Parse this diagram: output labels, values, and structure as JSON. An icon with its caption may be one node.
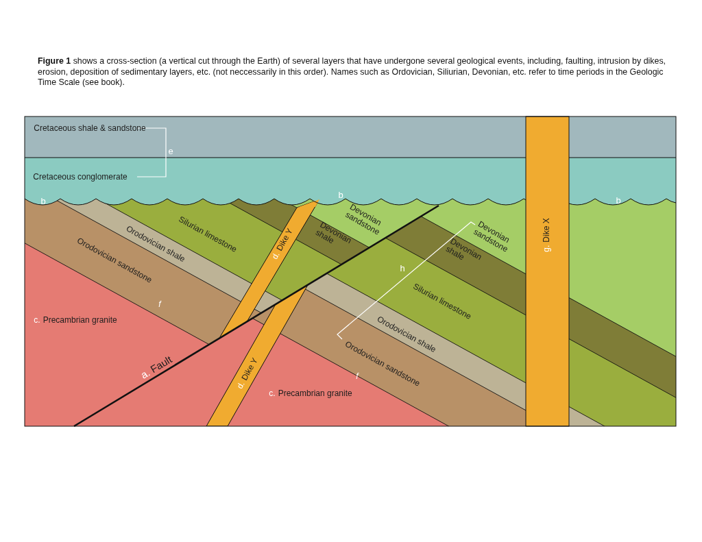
{
  "diagram": {
    "caption": "**Figure 1** shows a cross-section (a vertical cut through the Earth) of several layers that have undergone several geological events, including, faulting, intrusion by dikes, erosion, deposition of sedimentary layers, etc. (not neccessarily in this order). Names such as Ordovician, Siliurian, Devonian, etc. refer to time periods in the Geologic Time Scale (see book).",
    "labels": [
      "Cretaceous shale & sandstone",
      "e",
      "Cretaceous conglomerate",
      "b",
      "b",
      "b",
      "Devonian sandstone",
      "Silurian limestone",
      "Devonian shale",
      "Devonian sandstone",
      "g.",
      "Dike X",
      "Orodovician shale",
      "d.",
      "Dike Y",
      "Orodovician sandstone",
      "Devonian shale",
      "h",
      "Silurian limestone",
      "f",
      "c.",
      "Precambrian granite",
      "Orodovician shale",
      "a.",
      "Fault",
      "d.",
      "Dike Y",
      "Orodovician sandstone",
      "f",
      "c.",
      "Precambrian granite"
    ]
  }
}
